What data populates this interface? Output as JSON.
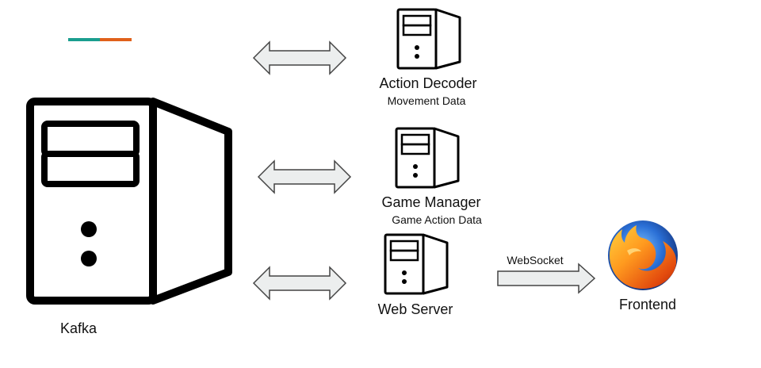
{
  "colors": {
    "accent_teal": "#1a9e8f",
    "accent_orange": "#e0611b",
    "stroke": "#000000",
    "arrow_fill": "#eceeee",
    "arrow_stroke": "#444444"
  },
  "kafka": {
    "label": "Kafka",
    "icon": "server-icon"
  },
  "services": [
    {
      "name": "Action Decoder",
      "data": "Movement Data",
      "icon": "server-icon"
    },
    {
      "name": "Game Manager",
      "data": "Game Action Data",
      "icon": "server-icon"
    },
    {
      "name": "Web Server",
      "data": "",
      "icon": "server-icon"
    }
  ],
  "frontend": {
    "label": "Frontend",
    "icon": "firefox-icon"
  },
  "websocket": {
    "label": "WebSocket"
  }
}
